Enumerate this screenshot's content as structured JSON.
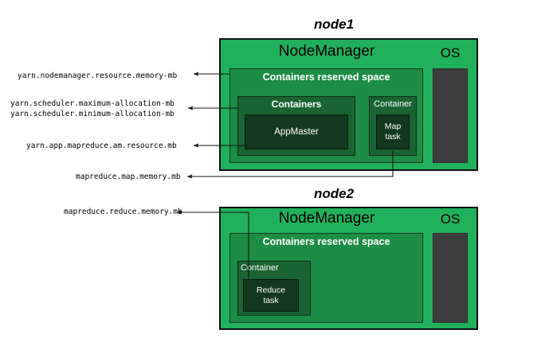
{
  "diagram": {
    "title_node1": "node1",
    "title_node2": "node2",
    "labels": {
      "nm_memory": "yarn.nodemanager.resource.memory-mb",
      "sched_max": "yarn.scheduler.maximum-allocation-mb",
      "sched_min": "yarn.scheduler.minimum-allocation-mb",
      "am_resource": "yarn.app.mapreduce.am.resource.mb",
      "map_memory": "mapreduce.map.memory.mb",
      "reduce_memory": "mapreduce.reduce.memory.mb"
    },
    "node1": {
      "nodemanager": "NodeManager",
      "os": "OS",
      "reserved": "Containers reserved space",
      "containers": "Containers",
      "appmaster": "AppMaster",
      "container": "Container",
      "task_line1": "Map",
      "task_line2": "task"
    },
    "node2": {
      "nodemanager": "NodeManager",
      "os": "OS",
      "reserved": "Containers reserved space",
      "container": "Container",
      "task_line1": "Reduce",
      "task_line2": "task"
    },
    "colors": {
      "node_green": "#21B05B",
      "reserved_green": "#1D8C45",
      "containers_green": "#1A6433",
      "task_green": "#13381F",
      "os_gray": "#3d3d3d",
      "outline": "#111111",
      "background": "#ffffff"
    }
  }
}
